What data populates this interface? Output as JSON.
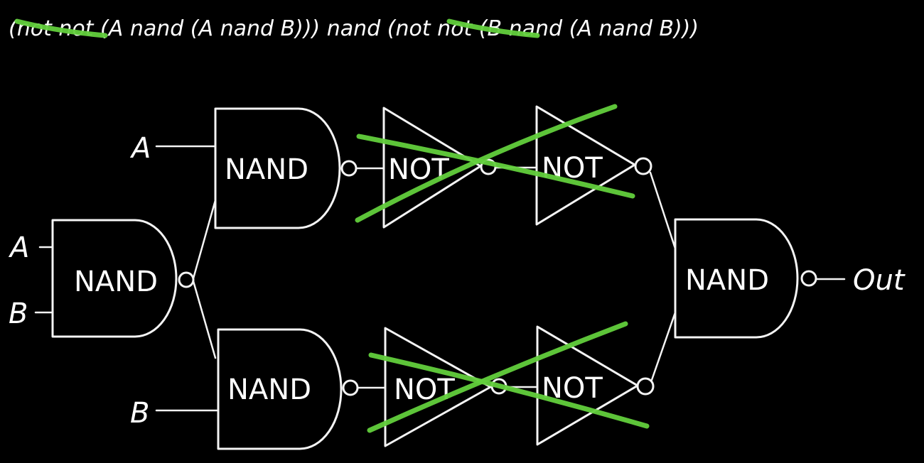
{
  "formula": {
    "part1_struck": "(not not",
    "part2": " (A nand (A nand B))) nand ",
    "part3_struck": "(not not",
    "part4": " (B nand (A nand B)))"
  },
  "inputs": {
    "a_left": "A",
    "b_left": "B",
    "a_top": "A",
    "b_bottom": "B"
  },
  "gates": {
    "nand_first": "NAND",
    "nand_top": "NAND",
    "nand_bottom": "NAND",
    "nand_out": "NAND",
    "not_top_1": "NOT",
    "not_top_2": "NOT",
    "not_bottom_1": "NOT",
    "not_bottom_2": "NOT"
  },
  "output": {
    "label": "Out"
  },
  "colors": {
    "chalk": "#f4f4f4",
    "strike": "#62cf3c",
    "background": "#000000"
  }
}
